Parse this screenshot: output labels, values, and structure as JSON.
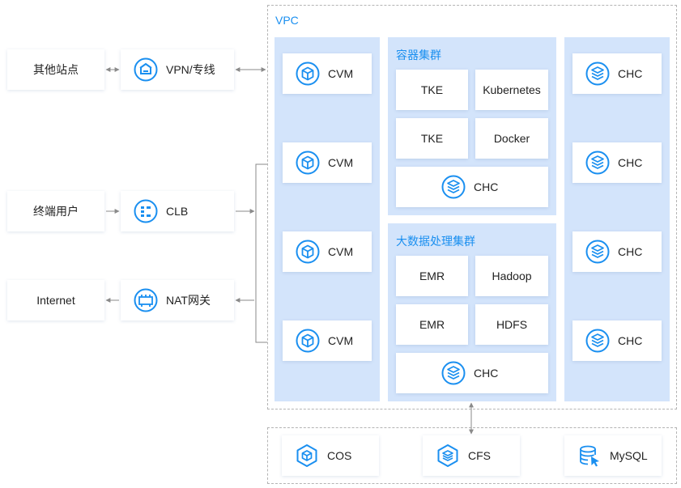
{
  "vpc": {
    "title": "VPC"
  },
  "external": {
    "other_sites": "其他站点",
    "vpn": "VPN/专线",
    "end_users": "终端用户",
    "clb": "CLB",
    "internet": "Internet",
    "nat": "NAT网关"
  },
  "cvm_column": {
    "items": [
      "CVM",
      "CVM",
      "CVM",
      "CVM"
    ]
  },
  "container_cluster": {
    "title": "容器集群",
    "row1": [
      "TKE",
      "Kubernetes"
    ],
    "row2": [
      "TKE",
      "Docker"
    ],
    "chc": "CHC"
  },
  "bigdata_cluster": {
    "title": "大数据处理集群",
    "row1": [
      "EMR",
      "Hadoop"
    ],
    "row2": [
      "EMR",
      "HDFS"
    ],
    "chc": "CHC"
  },
  "chc_column": {
    "items": [
      "CHC",
      "CHC",
      "CHC",
      "CHC"
    ]
  },
  "storage": {
    "cos": "COS",
    "cfs": "CFS",
    "mysql": "MySQL"
  },
  "colors": {
    "accent": "#1a8ff0",
    "panel": "#d3e4fb",
    "line": "#8a8a8a"
  }
}
